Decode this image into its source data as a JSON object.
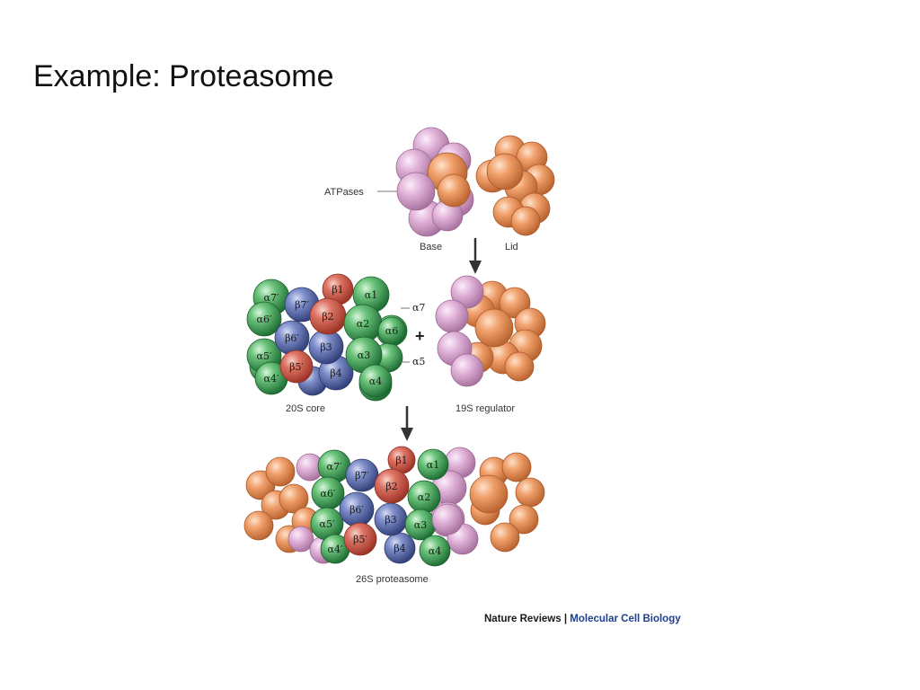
{
  "title": "Example: Proteasome",
  "colors": {
    "alpha": "#3a9a52",
    "beta": "#5a6cab",
    "beta_active": "#cf5e4e",
    "lid": "#e8935e",
    "base": "#d9a6cf",
    "arrow": "#333333"
  },
  "assembly": {
    "base_label": "Base",
    "lid_label": "Lid",
    "atpases_label": "ATPases",
    "core_label": "20S core",
    "regulator_label": "19S regulator",
    "proteasome_label": "26S proteasome",
    "plus_sign": "+"
  },
  "subunits": {
    "alpha": [
      "α1",
      "α2",
      "α3",
      "α4",
      "α5",
      "α6",
      "α7"
    ],
    "alpha_prime": [
      "α4′",
      "α5′",
      "α6′",
      "α7′"
    ],
    "beta": [
      "β1",
      "β2",
      "β3",
      "β4",
      "β5′",
      "β6′",
      "β7′"
    ]
  },
  "credit": {
    "publisher": "Nature Reviews",
    "separator": "|",
    "journal": "Molecular Cell Biology"
  }
}
